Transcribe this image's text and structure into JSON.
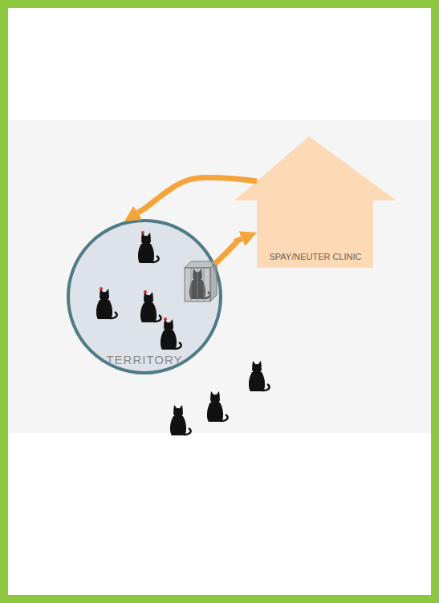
{
  "diagram": {
    "nodes": [
      {
        "text": [
          "TERRITORY"
        ]
      },
      {
        "text": [
          "SPAY/NEUTER CLINIC"
        ]
      }
    ],
    "edges": [
      {
        "from": 1,
        "to": 0,
        "arrow": "to"
      },
      {
        "from": 0,
        "to": 1,
        "arrow": "to"
      }
    ]
  }
}
